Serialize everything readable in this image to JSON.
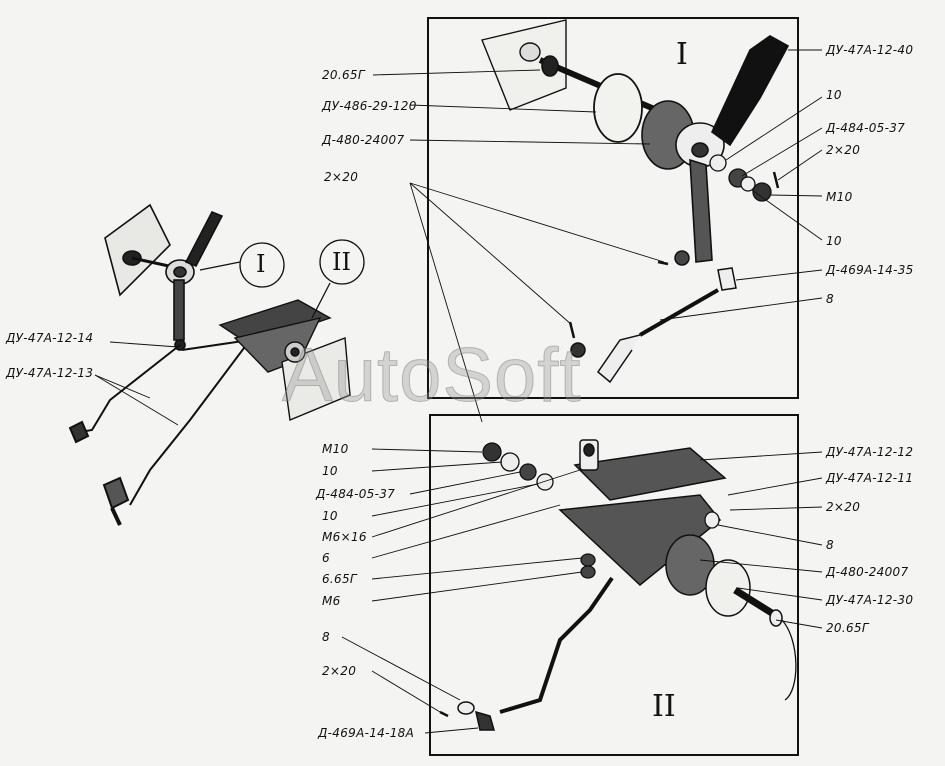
{
  "watermark": "AutoSoft",
  "panel_I": {
    "roman": "I"
  },
  "panel_II": {
    "roman": "II"
  },
  "callouts": {
    "c1": "I",
    "c2": "II"
  },
  "overview_labels": {
    "rod_upper": "ДУ-47А-12-14",
    "rod_lower": "ДУ-47А-12-13"
  },
  "labels_I": {
    "l1": "20.65Г",
    "l2": "ДУ-486-29-120",
    "l3": "Д-480-24007",
    "l4": "2×20",
    "r1": "ДУ-47А-12-40",
    "r2": "10",
    "r3": "Д-484-05-37",
    "r4": "2×20",
    "r5": "М10",
    "r6": "10",
    "r7": "Д-469А-14-35",
    "r8": "8"
  },
  "labels_II": {
    "l1": "М10",
    "l2": "10",
    "l3": "Д-484-05-37",
    "l4": "10",
    "l5": "М6×16",
    "l6": "6",
    "l7": "6.65Г",
    "l8": "М6",
    "l9": "8",
    "l10": "2×20",
    "l11": "Д-469А-14-18А",
    "r1": "ДУ-47А-12-12",
    "r2": "ДУ-47А-12-11",
    "r3": "2×20",
    "r4": "8",
    "r5": "Д-480-24007",
    "r6": "ДУ-47А-12-30",
    "r7": "20.65Г"
  }
}
